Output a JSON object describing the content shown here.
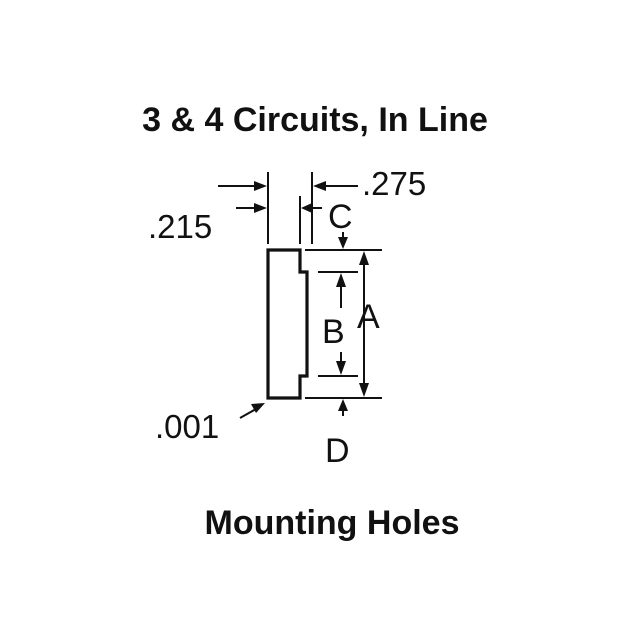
{
  "title": "3 & 4 Circuits, In Line",
  "caption": "Mounting Holes",
  "dimensions": {
    "width_total": ".215",
    "right_offset": ".275",
    "corner": ".001"
  },
  "labels": {
    "a": "A",
    "b": "B",
    "c": "C",
    "d": "D"
  },
  "colors": {
    "ink": "#111111",
    "background": "#ffffff"
  }
}
